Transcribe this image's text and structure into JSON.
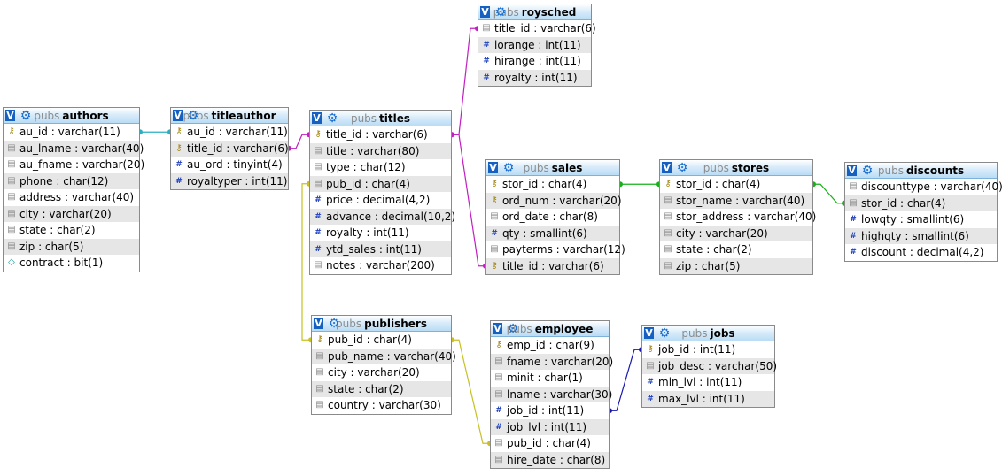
{
  "tables": {
    "authors": {
      "db": "pubs",
      "name": "authors",
      "columns": [
        {
          "icon": "key-icon",
          "text": "au_id : varchar(11)"
        },
        {
          "icon": "text-field-icon",
          "text": "au_lname : varchar(40)"
        },
        {
          "icon": "text-field-icon",
          "text": "au_fname : varchar(20)"
        },
        {
          "icon": "text-field-icon",
          "text": "phone : char(12)"
        },
        {
          "icon": "text-field-icon",
          "text": "address : varchar(40)"
        },
        {
          "icon": "text-field-icon",
          "text": "city : varchar(20)"
        },
        {
          "icon": "text-field-icon",
          "text": "state : char(2)"
        },
        {
          "icon": "text-field-icon",
          "text": "zip : char(5)"
        },
        {
          "icon": "bit-field-icon",
          "text": "contract : bit(1)"
        }
      ]
    },
    "titleauthor": {
      "db": "pubs",
      "name": "titleauthor",
      "columns": [
        {
          "icon": "key-icon",
          "text": "au_id : varchar(11)"
        },
        {
          "icon": "key-icon",
          "text": "title_id : varchar(6)"
        },
        {
          "icon": "numeric-field-icon",
          "text": "au_ord : tinyint(4)"
        },
        {
          "icon": "numeric-field-icon",
          "text": "royaltyper : int(11)"
        }
      ]
    },
    "titles": {
      "db": "pubs",
      "name": "titles",
      "columns": [
        {
          "icon": "key-icon",
          "text": "title_id : varchar(6)"
        },
        {
          "icon": "text-field-icon",
          "text": "title : varchar(80)"
        },
        {
          "icon": "text-field-icon",
          "text": "type : char(12)"
        },
        {
          "icon": "text-field-icon",
          "text": "pub_id : char(4)"
        },
        {
          "icon": "numeric-field-icon",
          "text": "price : decimal(4,2)"
        },
        {
          "icon": "numeric-field-icon",
          "text": "advance : decimal(10,2)"
        },
        {
          "icon": "numeric-field-icon",
          "text": "royalty : int(11)"
        },
        {
          "icon": "numeric-field-icon",
          "text": "ytd_sales : int(11)"
        },
        {
          "icon": "text-field-icon",
          "text": "notes : varchar(200)"
        }
      ]
    },
    "roysched": {
      "db": "pubs",
      "name": "roysched",
      "columns": [
        {
          "icon": "text-field-icon",
          "text": "title_id : varchar(6)"
        },
        {
          "icon": "numeric-field-icon",
          "text": "lorange : int(11)"
        },
        {
          "icon": "numeric-field-icon",
          "text": "hirange : int(11)"
        },
        {
          "icon": "numeric-field-icon",
          "text": "royalty : int(11)"
        }
      ]
    },
    "sales": {
      "db": "pubs",
      "name": "sales",
      "columns": [
        {
          "icon": "key-icon",
          "text": "stor_id : char(4)"
        },
        {
          "icon": "key-icon",
          "text": "ord_num : varchar(20)"
        },
        {
          "icon": "text-field-icon",
          "text": "ord_date : char(8)"
        },
        {
          "icon": "numeric-field-icon",
          "text": "qty : smallint(6)"
        },
        {
          "icon": "text-field-icon",
          "text": "payterms : varchar(12)"
        },
        {
          "icon": "key-icon",
          "text": "title_id : varchar(6)"
        }
      ]
    },
    "stores": {
      "db": "pubs",
      "name": "stores",
      "columns": [
        {
          "icon": "key-icon",
          "text": "stor_id : char(4)"
        },
        {
          "icon": "text-field-icon",
          "text": "stor_name : varchar(40)"
        },
        {
          "icon": "text-field-icon",
          "text": "stor_address : varchar(40)"
        },
        {
          "icon": "text-field-icon",
          "text": "city : varchar(20)"
        },
        {
          "icon": "text-field-icon",
          "text": "state : char(2)"
        },
        {
          "icon": "text-field-icon",
          "text": "zip : char(5)"
        }
      ]
    },
    "discounts": {
      "db": "pubs",
      "name": "discounts",
      "columns": [
        {
          "icon": "text-field-icon",
          "text": "discounttype : varchar(40)"
        },
        {
          "icon": "text-field-icon",
          "text": "stor_id : char(4)"
        },
        {
          "icon": "numeric-field-icon",
          "text": "lowqty : smallint(6)"
        },
        {
          "icon": "numeric-field-icon",
          "text": "highqty : smallint(6)"
        },
        {
          "icon": "numeric-field-icon",
          "text": "discount : decimal(4,2)"
        }
      ]
    },
    "publishers": {
      "db": "pubs",
      "name": "publishers",
      "columns": [
        {
          "icon": "key-icon",
          "text": "pub_id : char(4)"
        },
        {
          "icon": "text-field-icon",
          "text": "pub_name : varchar(40)"
        },
        {
          "icon": "text-field-icon",
          "text": "city : varchar(20)"
        },
        {
          "icon": "text-field-icon",
          "text": "state : char(2)"
        },
        {
          "icon": "text-field-icon",
          "text": "country : varchar(30)"
        }
      ]
    },
    "employee": {
      "db": "pubs",
      "name": "employee",
      "columns": [
        {
          "icon": "key-icon",
          "text": "emp_id : char(9)"
        },
        {
          "icon": "text-field-icon",
          "text": "fname : varchar(20)"
        },
        {
          "icon": "text-field-icon",
          "text": "minit : char(1)"
        },
        {
          "icon": "text-field-icon",
          "text": "lname : varchar(30)"
        },
        {
          "icon": "numeric-field-icon",
          "text": "job_id : int(11)"
        },
        {
          "icon": "numeric-field-icon",
          "text": "job_lvl : int(11)"
        },
        {
          "icon": "text-field-icon",
          "text": "pub_id : char(4)"
        },
        {
          "icon": "text-field-icon",
          "text": "hire_date : char(8)"
        }
      ]
    },
    "jobs": {
      "db": "pubs",
      "name": "jobs",
      "columns": [
        {
          "icon": "key-icon",
          "text": "job_id : int(11)"
        },
        {
          "icon": "text-field-icon",
          "text": "job_desc : varchar(50)"
        },
        {
          "icon": "numeric-field-icon",
          "text": "min_lvl : int(11)"
        },
        {
          "icon": "numeric-field-icon",
          "text": "max_lvl : int(11)"
        }
      ]
    }
  },
  "header_toggle_glyph": "V",
  "relations": [
    {
      "from": "authors.au_id",
      "to": "titleauthor.au_id",
      "color": "#2ab0c0"
    },
    {
      "from": "titleauthor.title_id",
      "to": "titles.title_id",
      "color": "#c020c0"
    },
    {
      "from": "titles.title_id",
      "to": "roysched.title_id",
      "color": "#c020c0"
    },
    {
      "from": "titles.title_id",
      "to": "sales.title_id",
      "color": "#c020c0"
    },
    {
      "from": "sales.stor_id",
      "to": "stores.stor_id",
      "color": "#18b018"
    },
    {
      "from": "stores.stor_id",
      "to": "discounts.stor_id",
      "color": "#18b018"
    },
    {
      "from": "titles.pub_id",
      "to": "publishers.pub_id",
      "color": "#c8c020"
    },
    {
      "from": "publishers.pub_id",
      "to": "employee.pub_id",
      "color": "#c8c020"
    },
    {
      "from": "employee.job_id",
      "to": "jobs.job_id",
      "color": "#1818b0"
    }
  ]
}
